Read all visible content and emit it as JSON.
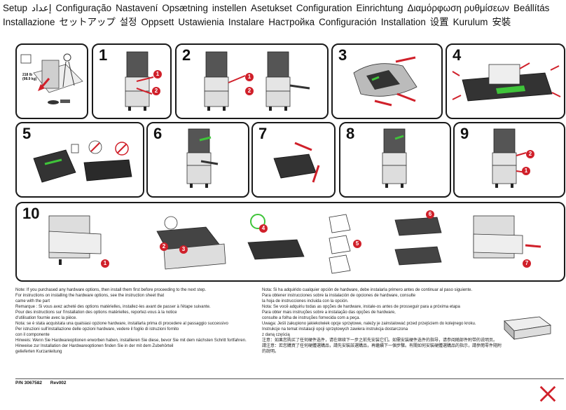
{
  "header": {
    "line1": [
      "Setup",
      "إعداد",
      "Configuração",
      "Nastavení",
      "Opsætning",
      "instellen",
      "Asetukset",
      "Configuration",
      "Einrichtung",
      "Διαμόρφωση ρυθμίσεων",
      "Beállítás"
    ],
    "line2": [
      "Installazione",
      "セットアップ",
      "설정",
      "Oppsett",
      "Ustawienia",
      "Instalare",
      "Настройка",
      "Configuración",
      "Installation",
      "设置",
      "Kurulum",
      "安裝"
    ]
  },
  "panels": [
    {
      "label": "",
      "weight": "218 lb",
      "weight2": "(98.9 kg)"
    },
    {
      "label": "1",
      "callouts": [
        "1",
        "2"
      ]
    },
    {
      "label": "2",
      "callouts": [
        "1",
        "2"
      ]
    },
    {
      "label": "3"
    },
    {
      "label": "4"
    },
    {
      "label": "5"
    },
    {
      "label": "6"
    },
    {
      "label": "7"
    },
    {
      "label": "8"
    },
    {
      "label": "9",
      "callouts": [
        "2",
        "1"
      ]
    },
    {
      "label": "10",
      "callouts": [
        "1",
        "2",
        "3",
        "4",
        "5",
        "6",
        "7"
      ]
    }
  ],
  "notes": {
    "left": [
      "Note: If you purchased any hardware options, then install them first before proceeding to the next step.",
      "For instructions on installing the hardware options, see the instruction sheet that",
      "came with the part",
      "Remarque : Si vous avez acheté des options matérielles, installez-les avant de passer à l'étape suivante.",
      "Pour des instructions sur l'installation des options matérielles, reportez-vous à la notice",
      "d'utilisation fournie avec la pièce.",
      "Nota: se è stata acquistata una qualsiasi opzione hardware, installarla prima di procedere al passaggio successivo",
      "Per istruzioni sull'installazione delle opzioni hardware, vedere il foglio di istruzioni fornito",
      "con il componente",
      "Hinweis: Wenn Sie Hardwareoptionen erworben haben, installieren Sie diese, bevor Sie mit dem nächsten Schritt fortfahren.",
      "Hinweise zur Installation der Hardwareoptionen finden Sie in der mit dem Zubehörteil",
      "gelieferten Kurzanleitung"
    ],
    "right": [
      "Nota: Si ha adquirido cualquier opción de hardware, debe instalarla primero antes de continuar al paso siguiente.",
      "Para obtener instrucciones sobre la instalación de opciones de hardware, consulte",
      "la hoja de instrucciones incluida con la opción.",
      "Nota: Se você adquiriu todas as opções de hardware, instale-os antes de prosseguir para a próxima etapa",
      "Para obter mais instruções sobre a instalação das opções de hardware,",
      "consulte a folha de instruções fornecida com a peça.",
      "Uwaga: Jeśli zakupiono jakiekolwiek opcje sprzętowe, należy je zainstalować przed przejściem do kolejnego kroku.",
      "Instrukcje na temat instalacji opcji sprzętowych zawiera instrukcja dostarczona",
      "z daną częścią",
      "注意：如果您购买了任何硬件选件，请在继续下一步之前先安装它们。如需安装硬件选件的指导，请参阅随部件附带的说明页。",
      "請注意：若您購買了任何硬體選購品，請先安裝該選購品，再繼續下一個步驟。有關如何安裝硬體選購品的指示，請參閱零件隨附的說明。"
    ]
  },
  "footer": {
    "part_number": "P/N 3067582",
    "revision": "Rev002"
  },
  "colors": {
    "accent": "#d0202a",
    "green": "#3fc43a",
    "border": "#1a1a1a"
  }
}
